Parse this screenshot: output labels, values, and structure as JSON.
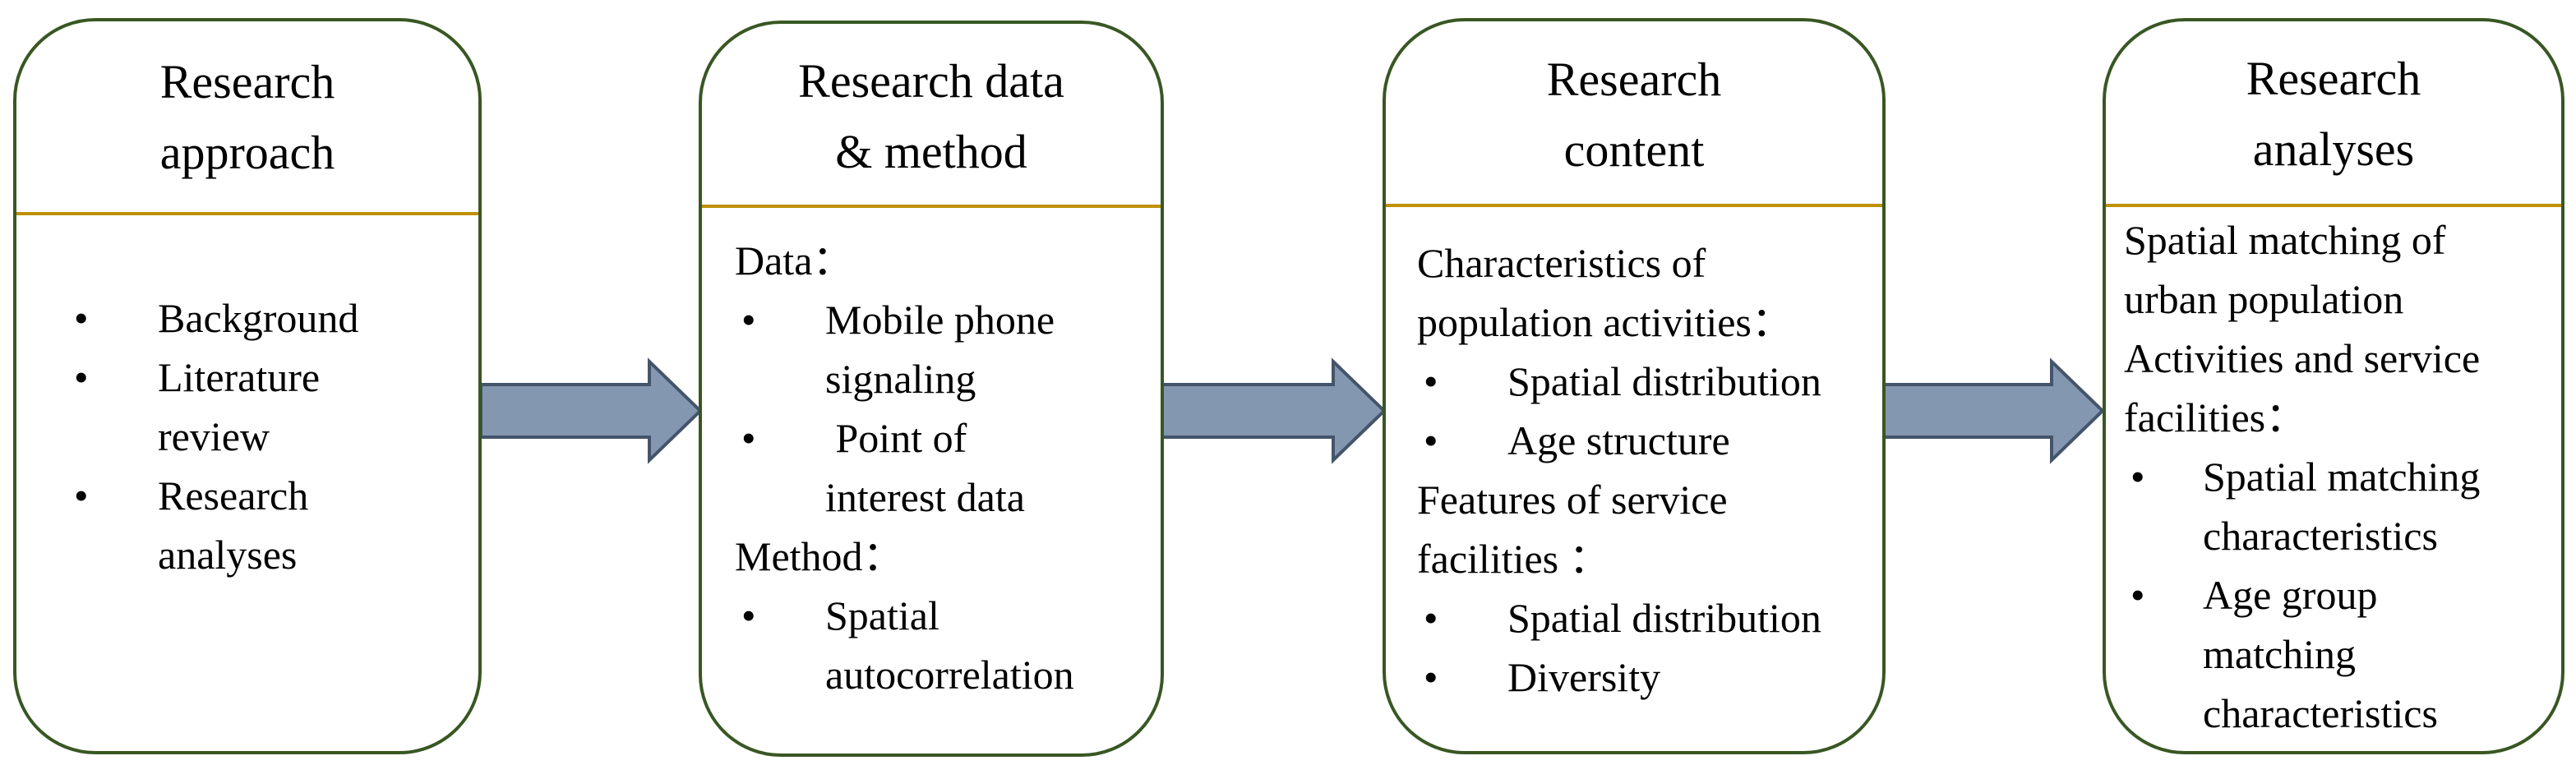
{
  "colors": {
    "box_border": "#385723",
    "divider": "#bf9000",
    "arrow_fill": "#8497b0",
    "arrow_stroke": "#44546a",
    "text": "#000000"
  },
  "bullet_glyph": "•",
  "boxes": [
    {
      "title_lines": [
        "Research",
        "approach"
      ],
      "bullets": [
        [
          "Background"
        ],
        [
          "Literature",
          "review"
        ],
        [
          "Research",
          "analyses"
        ]
      ]
    },
    {
      "title_lines": [
        "Research data",
        "& method"
      ],
      "data_heading": "Data：",
      "data_bullets": [
        [
          "Mobile phone",
          "signaling"
        ],
        [
          " Point of",
          "interest data"
        ]
      ],
      "method_heading": "Method：",
      "method_bullets": [
        [
          "Spatial",
          "autocorrelation"
        ]
      ]
    },
    {
      "title_lines": [
        "Research",
        "content"
      ],
      "population_heading": [
        "Characteristics of",
        "population activities："
      ],
      "population_bullets": [
        "Spatial distribution",
        "Age structure"
      ],
      "facilities_heading": [
        "Features of service",
        "facilities ："
      ],
      "facilities_bullets": [
        "Spatial distribution",
        "Diversity"
      ]
    },
    {
      "title_lines": [
        "Research",
        "analyses"
      ],
      "intro_lines": [
        "Spatial matching of",
        "urban population",
        "Activities and service",
        "facilities："
      ],
      "bullets": [
        [
          "Spatial matching",
          "characteristics"
        ],
        [
          "Age group",
          "matching",
          "characteristics"
        ]
      ]
    }
  ]
}
